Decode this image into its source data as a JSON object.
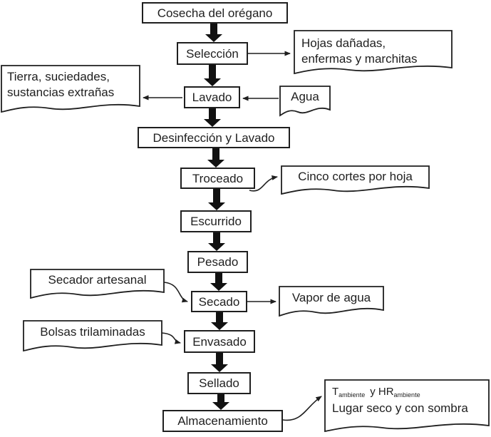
{
  "flow": {
    "steps": [
      {
        "id": "cosecha",
        "label": "Cosecha del orégano"
      },
      {
        "id": "seleccion",
        "label": "Selección"
      },
      {
        "id": "lavado",
        "label": "Lavado"
      },
      {
        "id": "desinfeccion",
        "label": "Desinfección y Lavado"
      },
      {
        "id": "troceado",
        "label": "Troceado"
      },
      {
        "id": "escurrido",
        "label": "Escurrido"
      },
      {
        "id": "pesado",
        "label": "Pesado"
      },
      {
        "id": "secado",
        "label": "Secado"
      },
      {
        "id": "envasado",
        "label": "Envasado"
      },
      {
        "id": "sellado",
        "label": "Sellado"
      },
      {
        "id": "almacenamiento",
        "label": "Almacenamiento"
      }
    ],
    "annotations": {
      "hojas": {
        "line1": "Hojas dañadas,",
        "line2": "enfermas y marchitas"
      },
      "tierra": {
        "line1": "Tierra, suciedades,",
        "line2": "sustancias extrañas"
      },
      "agua": {
        "label": "Agua"
      },
      "cinco_cortes": {
        "label": "Cinco cortes por hoja"
      },
      "secador": {
        "label": "Secador artesanal"
      },
      "vapor": {
        "label": "Vapor de agua"
      },
      "bolsas": {
        "label": "Bolsas trilaminadas"
      },
      "almacen_condiciones": {
        "t": "T",
        "t_sub": "ambiente",
        "conj": "y HR",
        "hr_sub": "ambiente",
        "line2": "Lugar seco y con sombra"
      }
    }
  },
  "colors": {
    "line": "#1f1f1f",
    "text": "#1f1f1f",
    "background": "#ffffff"
  }
}
